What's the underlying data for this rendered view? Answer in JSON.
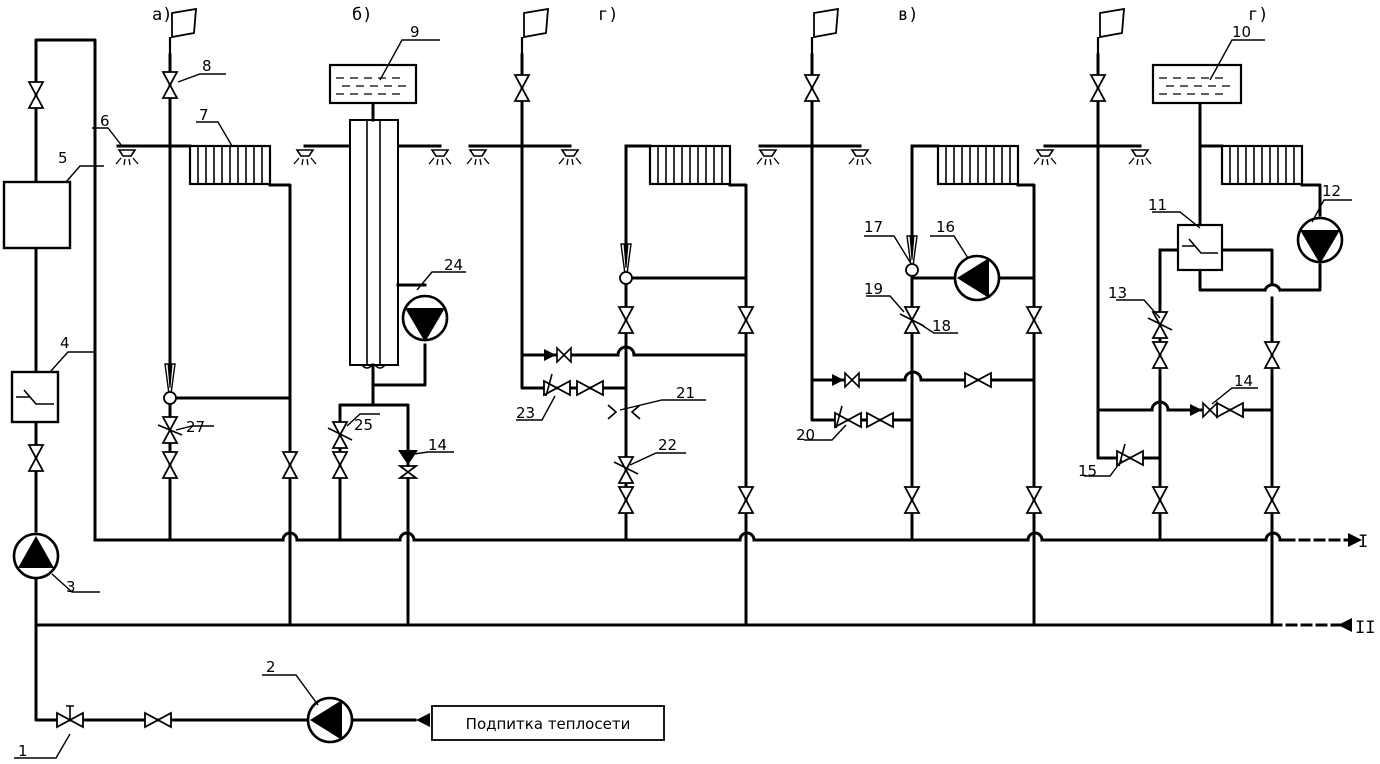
{
  "diagram": {
    "section_labels": [
      "а)",
      "б)",
      "г)",
      "в)",
      "г)"
    ],
    "numbers": {
      "n1": "1",
      "n2": "2",
      "n3": "3",
      "n4": "4",
      "n5": "5",
      "n6": "6",
      "n7": "7",
      "n8": "8",
      "n9": "9",
      "n10": "10",
      "n11": "11",
      "n12": "12",
      "n13": "13",
      "n14a": "14",
      "n14b": "14",
      "n15": "15",
      "n16": "16",
      "n17": "17",
      "n18": "18",
      "n19": "19",
      "n20": "20",
      "n21": "21",
      "n22": "22",
      "n23": "23",
      "n24": "24",
      "n25": "25",
      "n27": "27"
    },
    "line_labels": {
      "supply": "I",
      "return": "II"
    },
    "makeup_label": "Подпитка теплосети",
    "icons": [
      "valve-icon",
      "check-valve-icon",
      "pump-icon",
      "heat-exchanger-icon",
      "radiator-icon",
      "tank-icon",
      "faucet-icon",
      "elevator-nozzle-icon"
    ]
  }
}
